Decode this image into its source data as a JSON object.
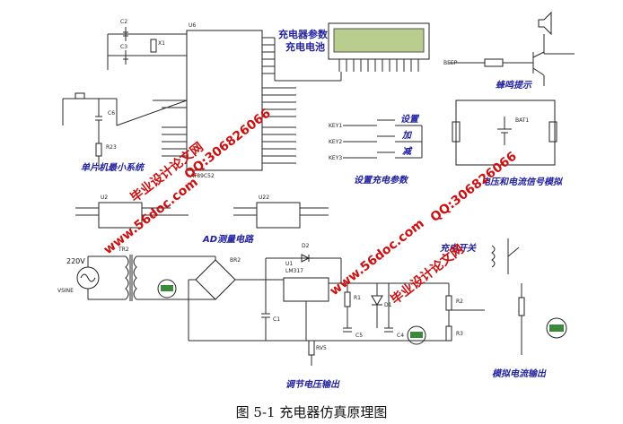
{
  "caption": "图 5-1 充电器仿真原理图",
  "block_labels": {
    "mcu": "单片机最小系统",
    "lcd": "充电器参数\n充电电池",
    "buzzer": "蜂鸣提示",
    "set": "设置充电参数",
    "sim": "电压和电流信号模拟",
    "ad": "AD测量电路",
    "switch": "充电开关",
    "vout": "调节电压输出",
    "iout": "模拟电流输出"
  },
  "keys": [
    "设置",
    "加",
    "减"
  ],
  "parts": {
    "u6": "U6",
    "u2": "U2",
    "u22": "U22",
    "u1": "U1",
    "x1": "X1",
    "c2": "C2",
    "c3": "C3",
    "c6": "C6",
    "r23": "R23",
    "bat1": "BAT1",
    "br2": "BR2",
    "tr2": "TR2",
    "d1": "D1",
    "d2": "D2",
    "r1": "R1",
    "r2": "R2",
    "r3": "R3",
    "c1": "C1",
    "c4": "C4",
    "c5": "C5",
    "rv5": "RV5",
    "v220": "220V",
    "vsine": "VSINE",
    "beep": "BEEP",
    "key1": "KEY1",
    "key2": "KEY2",
    "key3": "KEY3",
    "u6_sub": "AT89C52",
    "u1_type": "LM317"
  },
  "watermarks": [
    "毕业设计论文网",
    "www.56doc.com",
    "QQ:306826066"
  ]
}
